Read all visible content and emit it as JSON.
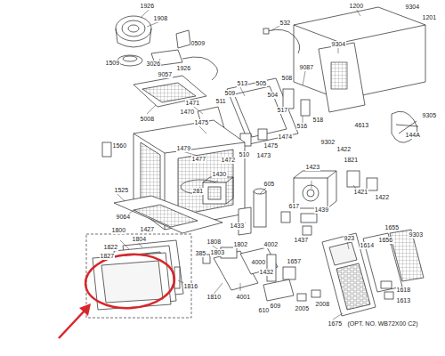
{
  "diagram": {
    "labels": [
      "1926",
      "1908",
      "1509",
      "0509",
      "3026",
      "9057",
      "1926",
      "5008",
      "532",
      "1200",
      "9304",
      "1201",
      "9304",
      "9087",
      "508",
      "513",
      "505",
      "509",
      "511",
      "504",
      "517",
      "1471",
      "1470",
      "1475",
      "516",
      "518",
      "4613",
      "144A",
      "9305",
      "1560",
      "1479",
      "1477",
      "1472",
      "510",
      "1473",
      "1475",
      "1474",
      "9302",
      "1422",
      "1821",
      "1525",
      "281",
      "1430",
      "1423",
      "1421",
      "1422",
      "605",
      "9064",
      "1427",
      "1433",
      "617",
      "1439",
      "1437",
      "923",
      "1614",
      "1656",
      "1655",
      "9303",
      "1800",
      "1804",
      "1822",
      "1827",
      "1808",
      "1802",
      "4002",
      "385",
      "4000",
      "1432",
      "1657",
      "1816",
      "1810",
      "4001",
      "609",
      "610",
      "2005",
      "2008",
      "1675",
      "(OPT. NO. WB72X00 C2)",
      "1618",
      "1613",
      "1803"
    ]
  }
}
